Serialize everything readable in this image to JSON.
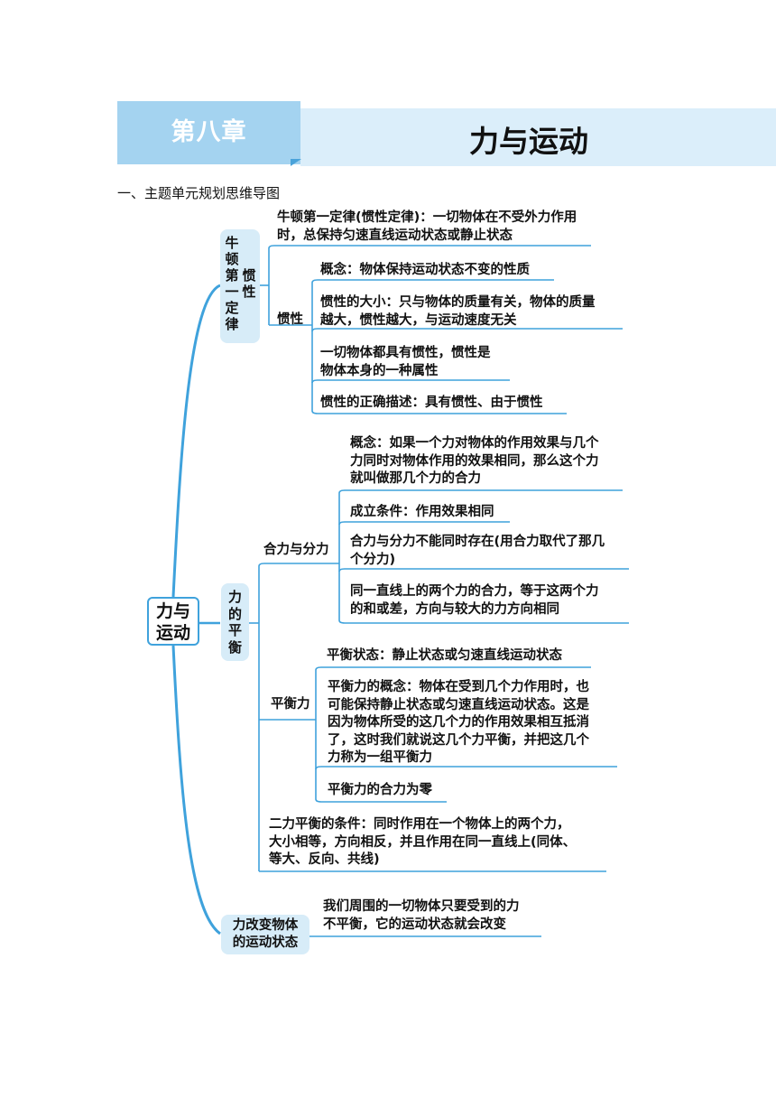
{
  "header": {
    "chapter": "第八章",
    "title": "力与运动"
  },
  "section_heading": "一、主题单元规划思维导图",
  "root": {
    "line1": "力与",
    "line2": "运动"
  },
  "branch1": {
    "label": "牛顿第一定律",
    "label_chars": [
      "牛",
      "顿",
      "第",
      "一",
      "定",
      "律"
    ],
    "sub_chars": [
      "惯",
      "性"
    ],
    "law": [
      "牛顿第一定律(惯性定律)：一切物体在不受外力作用",
      "时，总保持匀速直线运动状态或静止状态"
    ],
    "inertia_label": "惯性",
    "inertia_items": [
      [
        "概念：物体保持运动状态不变的性质"
      ],
      [
        "惯性的大小：只与物体的质量有关，物体的质量",
        "越大，惯性越大，与运动速度无关"
      ],
      [
        "一切物体都具有惯性，惯性是",
        "物体本身的一种属性"
      ],
      [
        "惯性的正确描述：具有惯性、由于惯性"
      ]
    ]
  },
  "branch2": {
    "label_chars": [
      "力",
      "的",
      "平",
      "衡"
    ],
    "resultant_label": "合力与分力",
    "resultant_items": [
      [
        "概念：如果一个力对物体的作用效果与几个",
        "力同时对物体作用的效果相同，那么这个力",
        "就叫做那几个力的合力"
      ],
      [
        "成立条件：作用效果相同"
      ],
      [
        "合力与分力不能同时存在(用合力取代了那几",
        "个分力)"
      ],
      [
        "同一直线上的两个力的合力，等于这两个力",
        "的和或差，方向与较大的力方向相同"
      ]
    ],
    "balance_label": "平衡力",
    "balance_items": [
      [
        "平衡状态：静止状态或匀速直线运动状态"
      ],
      [
        "平衡力的概念：物体在受到几个力作用时，也",
        "可能保持静止状态或匀速直线运动状态。这是",
        "因为物体所受的这几个力的作用效果相互抵消",
        "了，这时我们就说这几个力平衡，并把这几个",
        "力称为一组平衡力"
      ],
      [
        "平衡力的合力为零"
      ]
    ],
    "two_force": [
      "二力平衡的条件：同时作用在一个物体上的两个力，",
      "大小相等，方向相反，并且作用在同一直线上(同体、",
      "等大、反向、共线)"
    ]
  },
  "branch3": {
    "label": [
      "力改变物体",
      "的运动状态"
    ],
    "text": [
      "我们周围的一切物体只要受到的力",
      "不平衡，它的运动状态就会改变"
    ]
  },
  "colors": {
    "line": "#3fa2dc",
    "box": "#d7ecf8",
    "banner_dark": "#a4d3f0",
    "banner_light": "#dbeefa"
  }
}
